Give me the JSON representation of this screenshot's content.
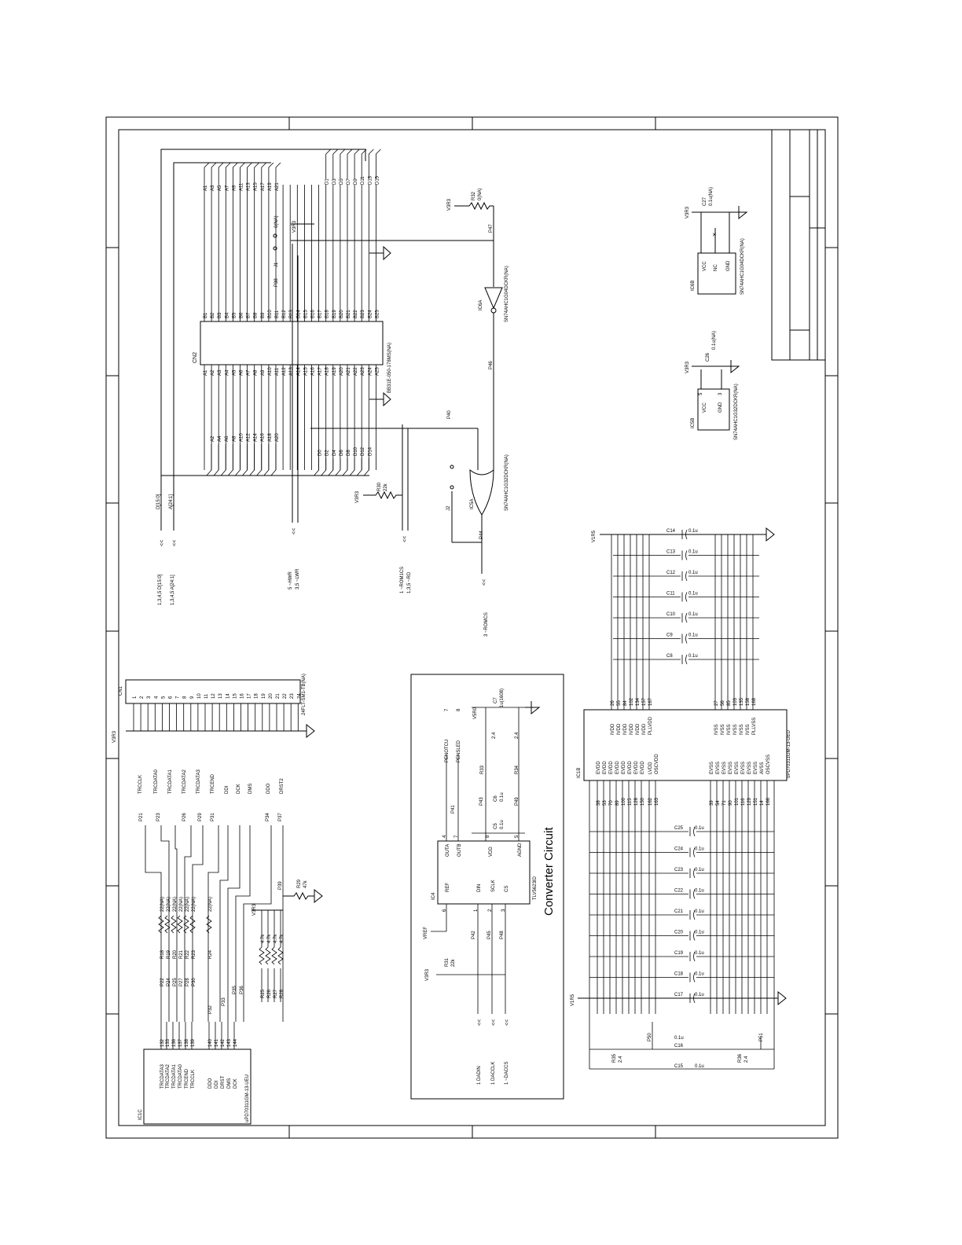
{
  "cn2": {
    "ref": "CN2",
    "part": "BB31E-050-178MS(NA)",
    "a_odd": [
      "A1",
      "A3",
      "A5",
      "A7",
      "A9",
      "A11",
      "A13",
      "A15",
      "A17",
      "A19",
      "A21"
    ],
    "a_even": [
      "A2",
      "A4",
      "A6",
      "A8",
      "A10",
      "A12",
      "A14",
      "A16",
      "A18",
      "A20"
    ],
    "d_odd": [
      "D1",
      "D3",
      "D5",
      "D7",
      "D9",
      "D11",
      "D13",
      "D15"
    ],
    "d_even": [
      "D0",
      "D2",
      "D4",
      "D6",
      "D8",
      "D10",
      "D12",
      "D14"
    ],
    "b_pins": [
      "B1",
      "B2",
      "B3",
      "B4",
      "B5",
      "B6",
      "B7",
      "B8",
      "B9",
      "B10",
      "B11",
      "B12",
      "B13",
      "B14",
      "B15",
      "B16",
      "B17",
      "B18",
      "B19",
      "B20",
      "B21",
      "B22",
      "B23",
      "B24",
      "B25"
    ],
    "a_pins": [
      "A1",
      "A2",
      "A3",
      "A4",
      "A5",
      "A6",
      "A7",
      "A8",
      "A9",
      "A10",
      "A11",
      "A12",
      "A13",
      "A14",
      "A15",
      "A16",
      "A17",
      "A18",
      "A19",
      "A20",
      "A21",
      "A22",
      "A23",
      "A24",
      "A25"
    ]
  },
  "buses": {
    "d": "D[15:0]",
    "a": "A[24:1]",
    "d_ref": "1,3,4,5  D[15:0]",
    "a_ref": "1,3,4,5  A[24:1]",
    "hwr": "5  ~HWR",
    "lwr": "3,5  ~LWR",
    "romcs": "1  ~ROM1CS",
    "rd": "1,3,5  ~RD",
    "romcs3": "3  ~ROMCS"
  },
  "upper": {
    "v3r3": "V3R3",
    "r32": "R32",
    "r32_val": "0(NA)",
    "p47": "P47",
    "p38": "P38",
    "j1": "J1",
    "j1_pin": "0(NA)",
    "ic6a": "IC6A",
    "ic6a_part": "SN74AHC1G04DCKR(NA)",
    "p46": "P46",
    "p40": "P40",
    "ic5a": "IC5A",
    "ic5a_part": "SN74AHC1G32DCKR(NA)",
    "r30": "R30",
    "r30_val": "22k",
    "j2": "J2",
    "p44": "P44",
    "ic5b": "IC5B",
    "ic5b_part": "SN74AHC1G32DCKR(NA)",
    "ic6b": "IC6B",
    "ic6b_part": "SN74AHC1G04DCKR(NA)",
    "c26": "C26",
    "c26_val": "0.1u(NA)",
    "c27": "C27",
    "c27_val": "0.1u(NA)",
    "pin_vcc": "VCC",
    "pin_gnd": "GND",
    "pin_nc": "NC"
  },
  "cn1": {
    "ref": "CN1",
    "part": "24FLT-SM1-TB(NA)",
    "pins": [
      "1",
      "2",
      "3",
      "4",
      "5",
      "6",
      "7",
      "8",
      "9",
      "10",
      "11",
      "12",
      "13",
      "14",
      "15",
      "16",
      "17",
      "18",
      "19",
      "20",
      "21",
      "22",
      "23",
      "24"
    ],
    "v3r3": "V3R3",
    "signals": [
      "TRCCLK",
      "TRCDATA0",
      "TRCDATA1",
      "TRCDATA2",
      "TRCDATA3",
      "TRCEND",
      "DDI",
      "DCK",
      "DMS",
      "DDO",
      "DRST2"
    ],
    "probes": [
      "P21",
      "P23",
      "P26",
      "P29",
      "P31",
      "P34",
      "P37",
      "P39"
    ]
  },
  "ic1c": {
    "ref": "IC1C",
    "part": "uPD70311GM-13-UEU",
    "signals": [
      "TRCDATA3",
      "TRCDATA2",
      "TRCDATA1",
      "TRCDATA0",
      "TRCEND",
      "TRCCLK",
      "DDO",
      "DDI",
      "DRST",
      "DMS",
      "DCK"
    ],
    "pins": [
      "132",
      "133",
      "136",
      "137",
      "138",
      "139",
      "140",
      "141",
      "142",
      "143",
      "144"
    ],
    "resistors": [
      "R18",
      "R19",
      "R20",
      "R21",
      "R22",
      "R23",
      "R24"
    ],
    "res_vals": [
      "22(NA)",
      "22(NA)",
      "22(NA)",
      "22(NA)",
      "22(NA)",
      "22(NA)",
      "22(NA)"
    ],
    "probes": [
      "P22",
      "P24",
      "P25",
      "P27",
      "P28",
      "P30",
      "P32",
      "P33",
      "P35",
      "P36"
    ],
    "pullups": [
      "R25",
      "R26",
      "R27",
      "R28"
    ],
    "pullup_val": "4.7k",
    "r29": "R29",
    "r29_val": "47k",
    "v3r3": "V3R3"
  },
  "converter": {
    "title": "Converter Circuit",
    "ic4": "IC4",
    "ic4_part": "TLV5623ID",
    "pins_left": [
      "REF",
      "DIN",
      "SCLK",
      "CS"
    ],
    "pins_right": [
      "OUTA",
      "OUTB",
      "VDD",
      "AGND"
    ],
    "v3r3": "V3R3",
    "v5r0": "V5R0",
    "vref": "VREF",
    "r31": "R31",
    "r31_val": "22k",
    "r33": "R33",
    "r33_val": "2.4",
    "r34": "R34",
    "r34_val": "2.4",
    "c5": "C5",
    "c5_val": "0.1u",
    "c6": "C6",
    "c6_val": "0.1u",
    "c7": "C7",
    "c7_val": "1u(1608)",
    "probes": [
      "P41",
      "P42",
      "P43",
      "P45",
      "P48",
      "P49"
    ],
    "out_a": "PENOTCU",
    "out_b": "PENSLED",
    "out_a_ref": "7",
    "out_b_ref": "8",
    "din": "1  DADIN",
    "sclk": "1  DACCLK",
    "cs": "1  ~DACCS"
  },
  "power": {
    "ref": "IC1B",
    "part": "uPD70311GM-13-UEU",
    "v1r5": "V1R5",
    "caps_top": [
      "C14",
      "C13",
      "C12",
      "C11",
      "C10",
      "C9",
      "C8"
    ],
    "caps_bottom": [
      "C25",
      "C24",
      "C23",
      "C22",
      "C21",
      "C20",
      "C19",
      "C18",
      "C17"
    ],
    "cap_val": "0.1u",
    "c15": "C15",
    "c16": "C16",
    "p50": "P50",
    "p51": "P51",
    "r35": "R35",
    "r35_val": "2.4",
    "r36": "R36",
    "r36_val": "2.4",
    "evdd_pins": [
      "38",
      "53",
      "70",
      "89",
      "100",
      "115",
      "128",
      "150",
      "162",
      "163"
    ],
    "evss_pins": [
      "39",
      "54",
      "71",
      "90",
      "101",
      "116",
      "129",
      "151",
      "14",
      "166"
    ],
    "ivdd_pins": [
      "26",
      "55",
      "84",
      "102",
      "134",
      "157",
      "167"
    ],
    "ivss_pins": [
      "27",
      "56",
      "85",
      "103",
      "135",
      "158",
      "168"
    ],
    "lbl_evdd": [
      "EVDD",
      "EVDD",
      "EVDD",
      "EVDD",
      "EVDD",
      "EVDD",
      "EVDD",
      "EVDD",
      "LVDD",
      "OSCVDD"
    ],
    "lbl_evss": [
      "EVSS",
      "EVSS",
      "EVSS",
      "EVSS",
      "EVSS",
      "EVSS",
      "EVSS",
      "EVSS",
      "AVSS",
      "OSCVSS"
    ],
    "lbl_ivdd": [
      "IVDD",
      "IVDD",
      "IVDD",
      "IVDD",
      "IVDD",
      "IVDD",
      "PLLVDD"
    ],
    "lbl_ivss": [
      "IVSS",
      "IVSS",
      "IVSS",
      "IVSS",
      "IVSS",
      "IVSS",
      "PLLVSS"
    ]
  }
}
